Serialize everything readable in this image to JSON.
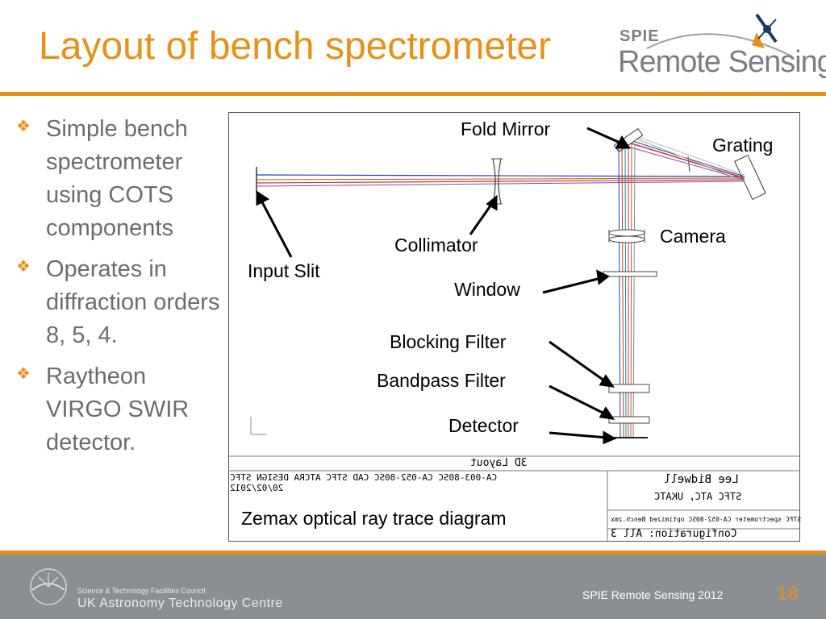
{
  "slide": {
    "title": "Layout of bench spectrometer",
    "logo": {
      "spie": "SPIE",
      "remote_sensing": "Remote Sensing"
    },
    "bullets": [
      {
        "text": "Simple bench spectrometer using COTS components"
      },
      {
        "text": "Operates in diffraction orders 8, 5, 4."
      },
      {
        "text": "Raytheon VIRGO SWIR detector."
      }
    ],
    "bullet_icon": "diamond-bullet-icon"
  },
  "diagram": {
    "labels": {
      "fold_mirror": "Fold Mirror",
      "grating": "Grating",
      "camera": "Camera",
      "collimator": "Collimator",
      "input_slit": "Input Slit",
      "window": "Window",
      "blocking_filter": "Blocking Filter",
      "bandpass_filter": "Bandpass Filter",
      "detector": "Detector"
    },
    "caption": "Zemax optical ray trace diagram",
    "title_block": {
      "layout": "3D Layout",
      "lab": "STFC ATC, UKATC",
      "date": "20/02/2012",
      "author": "Lee Bidwell",
      "description": "CA-003-80SC CA-052-80SC CAD STFC ATCRA DESIGN STFC",
      "config": "Configuration: All 3",
      "file": "STFC spectrometer CA-052-80SC optimized Bench.zmx"
    },
    "ray_colors": [
      "#1f3fbf",
      "#c0392b",
      "#2e8b57",
      "#8e44ad",
      "#d35400",
      "#7f8c8d"
    ]
  },
  "footer": {
    "org_small": "Science & Technology Facilities Council",
    "org_big": "UK Astronomy Technology Centre",
    "conference": "SPIE Remote Sensing 2012",
    "page_number": "18"
  }
}
